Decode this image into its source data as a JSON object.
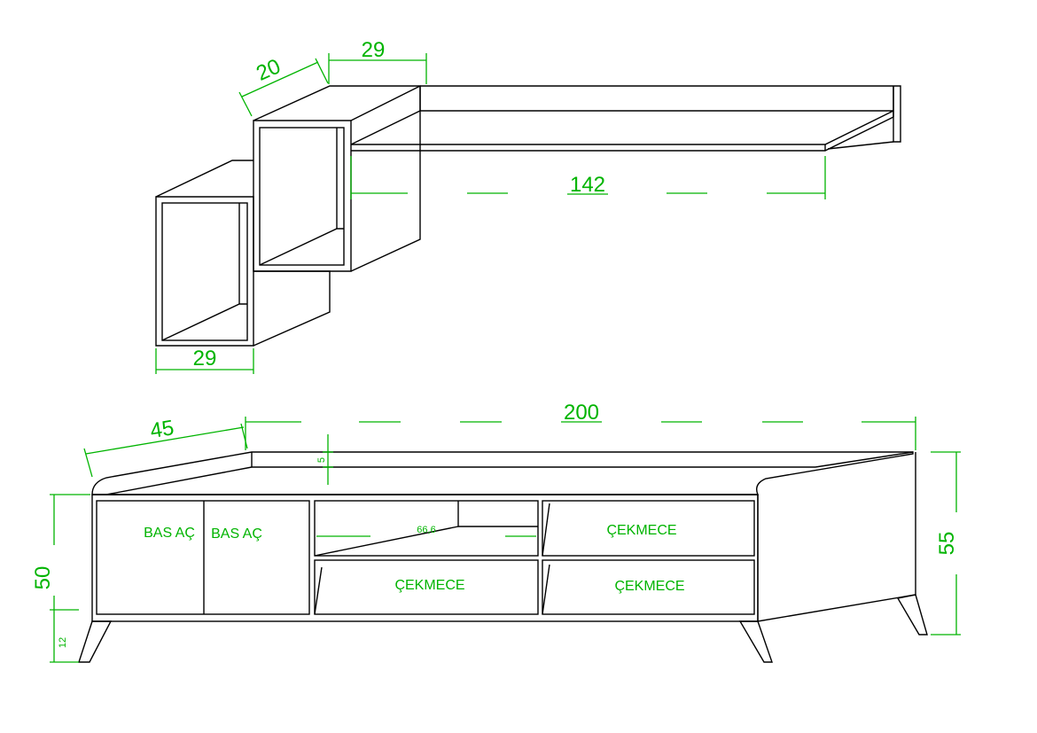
{
  "colors": {
    "lines": "#000000",
    "dimensions": "#00b400",
    "background": "#ffffff"
  },
  "shelf": {
    "dims": {
      "depth": "20",
      "box_width_top": "29",
      "shelf_length": "142",
      "box_width_bottom": "29"
    }
  },
  "cabinet": {
    "dims": {
      "length": "200",
      "depth": "45",
      "back_lip": "5",
      "inner_width": "66,6",
      "height_body": "50",
      "height_total": "55",
      "leg_height": "12"
    },
    "labels": {
      "door_left": "BAS AÇ",
      "door_right": "BAS AÇ",
      "drawer_center": "ÇEKMECE",
      "drawer_right_top": "ÇEKMECE",
      "drawer_right_bottom": "ÇEKMECE"
    }
  }
}
